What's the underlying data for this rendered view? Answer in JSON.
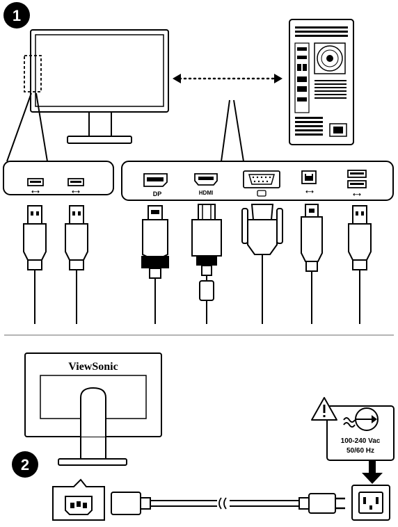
{
  "steps": {
    "step1": "1",
    "step2": "2"
  },
  "ports": {
    "dp": "DP",
    "hdmi": "HDMI"
  },
  "brand": "ViewSonic",
  "power": {
    "voltage": "100-240 Vac",
    "frequency": "50/60 Hz"
  },
  "icons": [
    "warning-icon",
    "ac-power-icon",
    "usb-icon",
    "vga-icon"
  ],
  "colors": {
    "line": "#000000",
    "background": "#ffffff",
    "divider": "#888888"
  }
}
